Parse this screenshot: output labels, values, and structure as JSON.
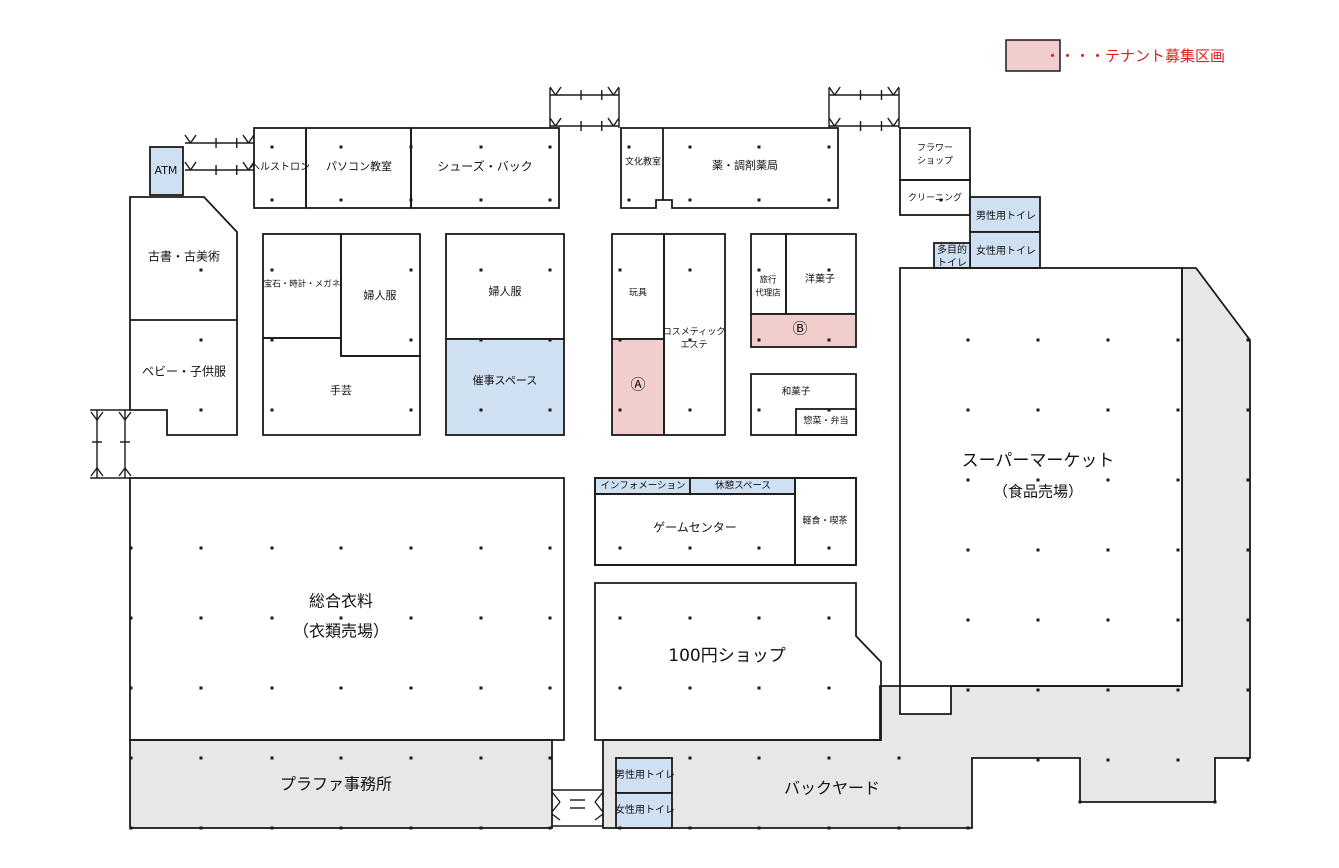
{
  "legend": {
    "text": "・・・・テナント募集区画",
    "swatch_color": "#f2cdcd",
    "text_color": "#e02020"
  },
  "colors": {
    "wall": "#1a1a1a",
    "vacant": "#f2cdcd",
    "facility": "#cfe0f3",
    "backyard": "#e7e7e7"
  },
  "units": {
    "atm": "ATM",
    "health": "ヘルストロン",
    "pc_class": "パソコン教室",
    "shoes_bag": "シューズ・バック",
    "culture": "文化教室",
    "pharmacy": "薬・調剤薬局",
    "flower_1": "フラワー",
    "flower_2": "ショップ",
    "cleaning": "クリーニング",
    "mens_wc_upper": "男性用トイレ",
    "womens_wc_upper": "女性用トイレ",
    "multi_wc_1": "多目的",
    "multi_wc_2": "トイレ",
    "old_books": "古書・古美術",
    "baby_kids": "ベビー・子供服",
    "jewelry": "宝石・時計・メガネ",
    "womens_wear_1": "婦人服",
    "handicraft": "手芸",
    "womens_wear_2": "婦人服",
    "event_space": "催事スペース",
    "toys": "玩具",
    "cosmetics_1": "コスメティック",
    "cosmetics_2": "エステ",
    "vacant_a": "Ⓐ",
    "travel_1": "旅行",
    "travel_2": "代理店",
    "western_sweets": "洋菓子",
    "vacant_b": "Ⓑ",
    "japanese_sweets": "和菓子",
    "deli": "惣菜・弁当",
    "info": "インフォメーション",
    "rest_space": "休憩スペース",
    "game_center": "ゲームセンター",
    "cafe": "軽食・喫茶",
    "general_clothing_1": "総合衣料",
    "general_clothing_2": "（衣類売場）",
    "hundred_yen": "100円ショップ",
    "supermarket_1": "スーパーマーケット",
    "supermarket_2": "（食品売場）",
    "office": "プラファ事務所",
    "backyard": "バックヤード",
    "mens_wc_lower": "男性用トイレ",
    "womens_wc_lower": "女性用トイレ"
  }
}
